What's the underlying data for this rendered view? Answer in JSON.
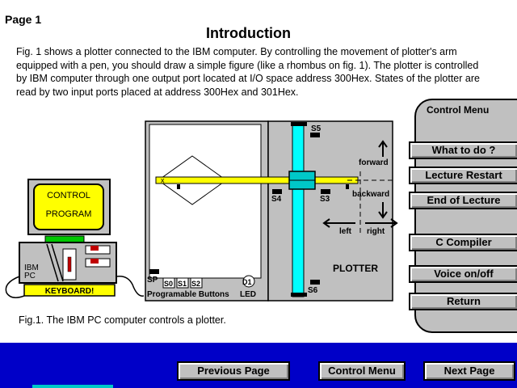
{
  "page": {
    "label": "Page 1",
    "title": "Introduction"
  },
  "intro": {
    "line1": "Fig. 1 shows a plotter connected to the IBM computer. By controlling the movement of plotter's arm",
    "line2": "equipped with a pen, you should draw a simple figure (like a rhombus on fig. 1). The plotter is controlled",
    "line3": "by IBM computer through one output port located at I/O space address 300Hex. States of the plotter are",
    "line4": "read by two input ports placed at address 300Hex and 301Hex."
  },
  "figure": {
    "monitor_line1": "CONTROL",
    "monitor_line2": "PROGRAM",
    "pc_label1": "IBM",
    "pc_label2": "PC",
    "keyboard": "KEYBOARD!",
    "sp": "SP",
    "s0": "S0",
    "s1": "S1",
    "s2": "S2",
    "d1": "D1",
    "led": "LED",
    "prog_buttons": "Programable Buttons",
    "s3": "S3",
    "s4": "S4",
    "s5": "S5",
    "s6": "S6",
    "plotter": "PLOTTER",
    "forward": "forward",
    "backward": "backward",
    "left": "left",
    "right": "right",
    "pen_mark": "x"
  },
  "caption": "Fig.1. The IBM PC computer controls a plotter.",
  "menu": {
    "title": "Control Menu",
    "items": [
      "What to do ?",
      "Lecture Restart",
      "End of Lecture",
      "C Compiler",
      "Voice on/off",
      "Return"
    ]
  },
  "nav": {
    "previous": "Previous Page",
    "control_menu": "Control Menu",
    "next": "Next Page"
  },
  "colors": {
    "background": "#ffffff",
    "panel_gray": "#c0c0c0",
    "bottom_bar": "#0000c8",
    "arm_yellow": "#ffff00",
    "rail_cyan": "#00ffff",
    "screen_yellow": "#ffff00",
    "status_green": "#00c800"
  }
}
